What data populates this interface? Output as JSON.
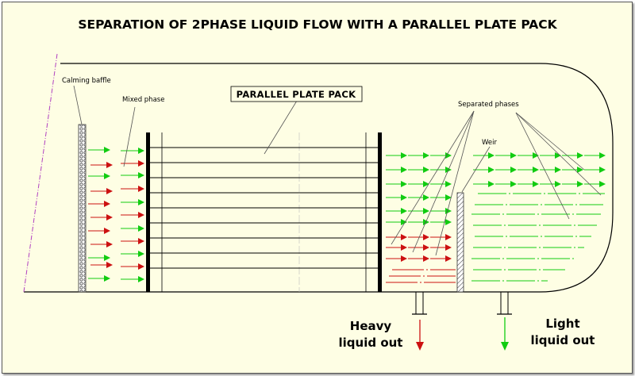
{
  "title": "SEPARATION OF 2PHASE LIQUID FLOW WITH A PARALLEL PLATE PACK",
  "labels": {
    "calming_baffle": "Calming baffle",
    "mixed_phase": "Mixed phase",
    "parallel_plate_pack": "PARALLEL PLATE PACK",
    "separated_phases": "Separated phases",
    "weir": "Weir"
  },
  "outlets": {
    "heavy_line1": "Heavy",
    "heavy_line2": "liquid out",
    "light_line1": "Light",
    "light_line2": "liquid out"
  },
  "colors": {
    "background": "#fefee4",
    "heavy_phase": "#cc1111",
    "light_phase": "#11cc11",
    "outline": "#000000",
    "leader": "#555555"
  }
}
